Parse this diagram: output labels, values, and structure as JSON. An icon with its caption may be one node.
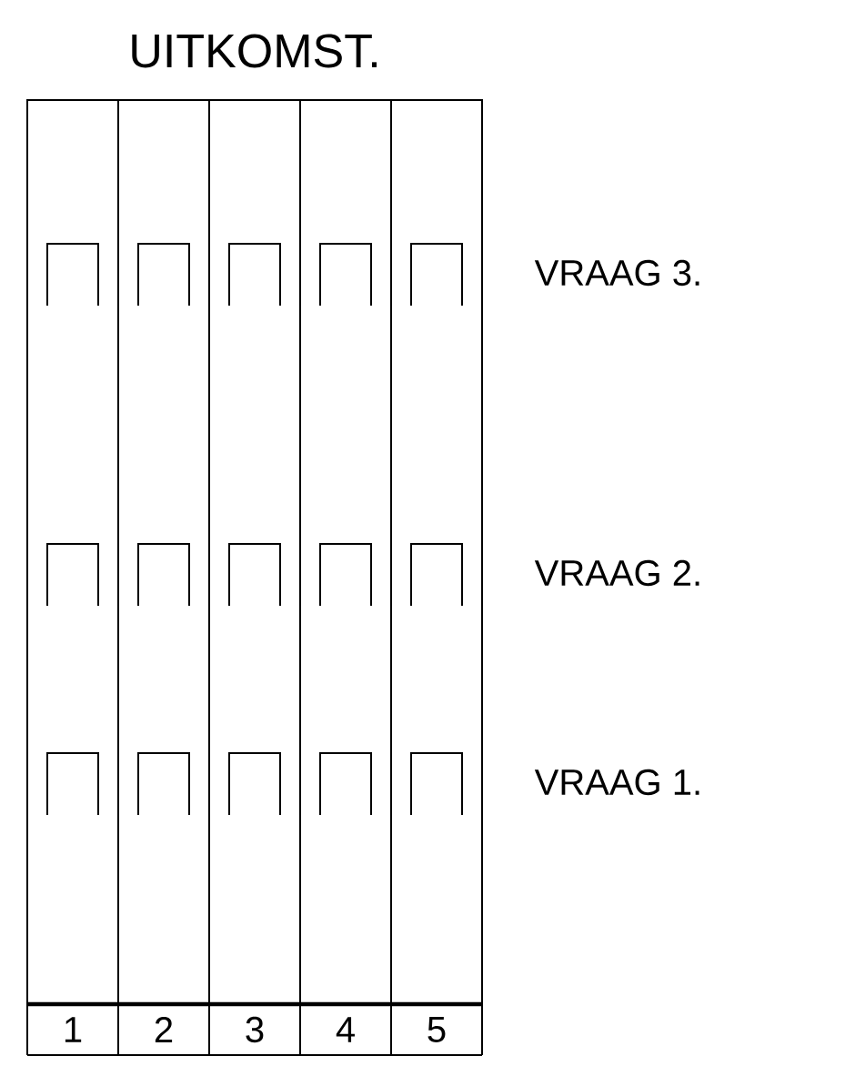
{
  "diagram": {
    "title": "UITKOMST.",
    "labels": [
      "VRAAG 3.",
      "VRAAG 2.",
      "VRAAG 1.",
      "1",
      "2",
      "3",
      "4",
      "5"
    ]
  }
}
